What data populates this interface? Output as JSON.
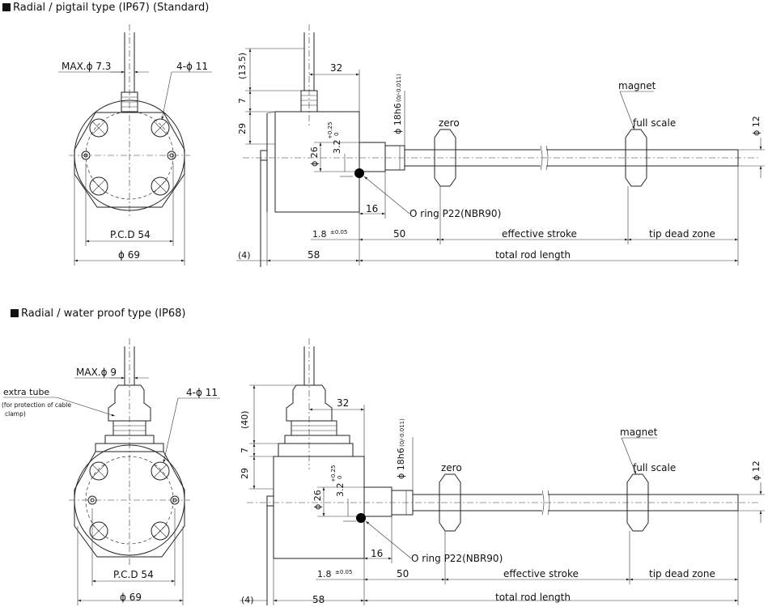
{
  "sections": [
    {
      "title": "Radial / pigtail type (IP67) (Standard)",
      "labels": {
        "max_cable": "MAX.ϕ 7.3",
        "holes": "4-ϕ 11",
        "pcd": "P.C.D 54",
        "body_dia": "ϕ 69",
        "dim_13_5": "(13.5)",
        "dim_7": "7",
        "dim_29": "29",
        "dim_32": "32",
        "dim_26": "ϕ 26",
        "dim_3_2": "3.2",
        "tol_3_2_upper": "+0.25",
        "tol_3_2_lower": "0",
        "dim_18": "ϕ 18h6",
        "tol_18": "(0/-0.011)",
        "zero": "zero",
        "magnet": "magnet",
        "full_scale": "full scale",
        "rod_dia": "ϕ 12",
        "dim_16": "16",
        "oring": "O ring P22(NBR90)",
        "dim_1_8": "1.8",
        "tol_1_8": "±0.05",
        "dim_50": "50",
        "effective_stroke": "effective stroke",
        "tip_dead_zone": "tip dead zone",
        "dim_4": "(4)",
        "dim_58": "58",
        "total_rod_length": "total rod length"
      }
    },
    {
      "title": "Radial / water proof type (IP68)",
      "labels": {
        "extra_tube": "extra tube",
        "extra_tube_note_1": "(for protection of cable",
        "extra_tube_note_2": "clamp)",
        "max_cable": "MAX.ϕ 9",
        "holes": "4-ϕ 11",
        "pcd": "P.C.D 54",
        "body_dia": "ϕ 69",
        "dim_40": "(40)",
        "dim_7": "7",
        "dim_29": "29",
        "dim_32": "32",
        "dim_26": "ϕ 26",
        "dim_3_2": "3.2",
        "tol_3_2_upper": "+0.25",
        "tol_3_2_lower": "0",
        "dim_18": "ϕ 18h6",
        "tol_18": "(0/-0.011)",
        "zero": "zero",
        "magnet": "magnet",
        "full_scale": "full scale",
        "rod_dia": "ϕ 12",
        "dim_16": "16",
        "oring": "O ring P22(NBR90)",
        "dim_1_8": "1.8",
        "tol_1_8": "±0.05",
        "dim_50": "50",
        "effective_stroke": "effective stroke",
        "tip_dead_zone": "tip dead zone",
        "dim_4": "(4)",
        "dim_58": "58",
        "total_rod_length": "total rod length"
      }
    }
  ]
}
